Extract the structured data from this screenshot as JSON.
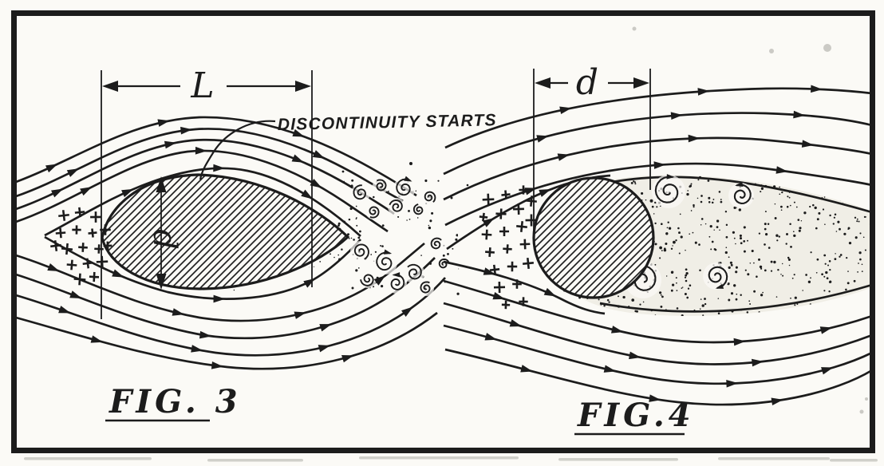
{
  "colors": {
    "ink": "#1c1c1c",
    "paper": "#fbfaf6",
    "wake_tint": "#f0eee6",
    "speck_gray": "#90908a"
  },
  "fig3": {
    "caption": "FIG. 3",
    "length_label": "L",
    "depth_label": "d",
    "annotation": "DISCONTINUITY STARTS"
  },
  "fig4": {
    "caption": "FIG.4",
    "diameter_label": "d"
  }
}
